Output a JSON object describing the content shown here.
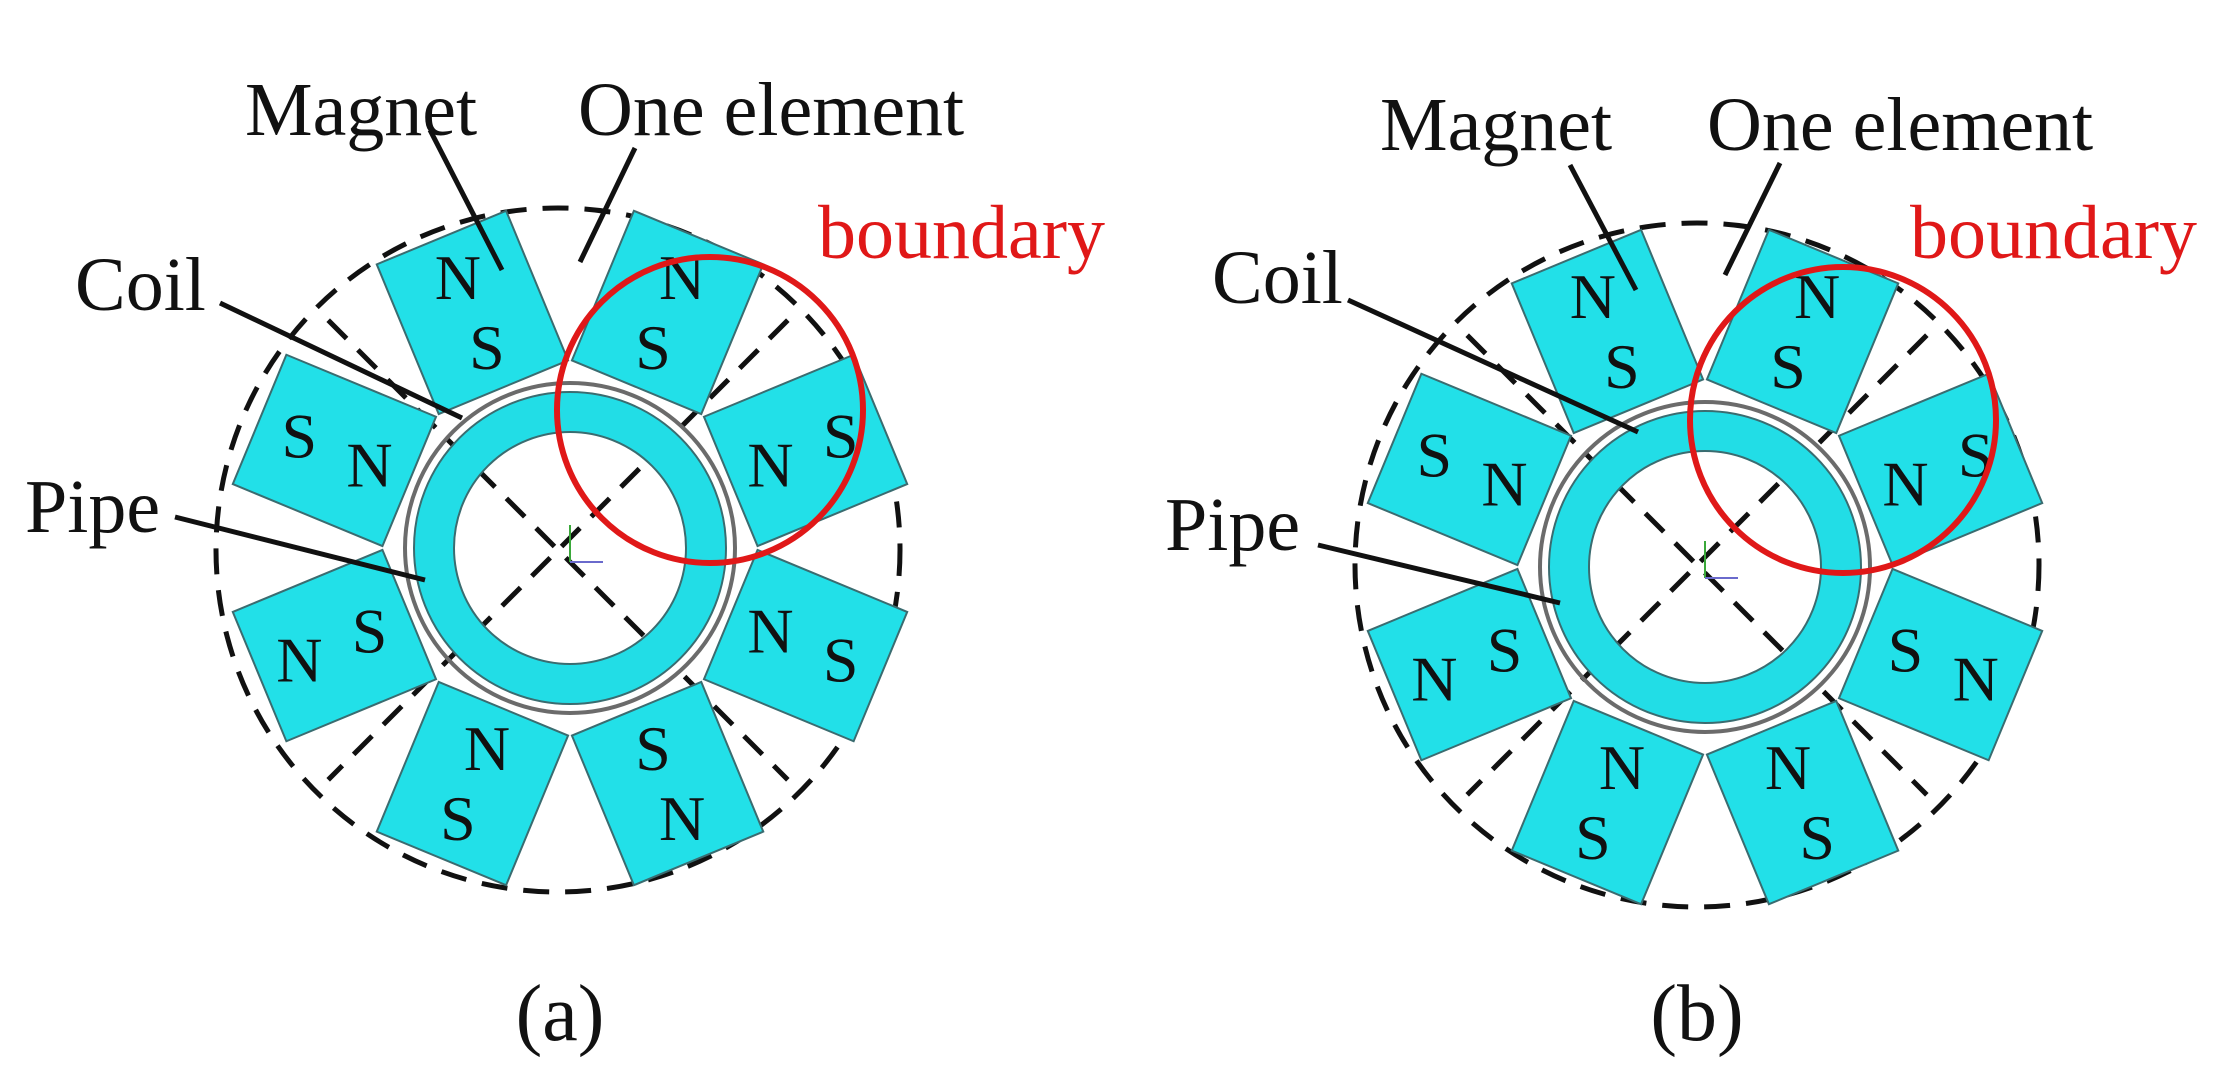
{
  "colors": {
    "magnet_fill": "#22e0e8",
    "magnet_stroke": "#3a6c70",
    "pipe_fill": "#22dde6",
    "boundary": "#e01818",
    "line": "#111111"
  },
  "panels": [
    {
      "caption": "(a)",
      "labels": {
        "magnet": "Magnet",
        "one_element": "One element",
        "boundary": "boundary",
        "coil": "Coil",
        "pipe": "Pipe"
      },
      "magnets": [
        {
          "outer": "N",
          "inner": "S"
        },
        {
          "outer": "S",
          "inner": "N"
        },
        {
          "outer": "S",
          "inner": "N"
        },
        {
          "outer": "N",
          "inner": "S"
        },
        {
          "outer": "S",
          "inner": "N"
        },
        {
          "outer": "N",
          "inner": "S"
        },
        {
          "outer": "S",
          "inner": "N"
        },
        {
          "outer": "N",
          "inner": "S"
        }
      ]
    },
    {
      "caption": "(b)",
      "labels": {
        "magnet": "Magnet",
        "one_element": "One element",
        "boundary": "boundary",
        "coil": "Coil",
        "pipe": "Pipe"
      },
      "magnets": [
        {
          "outer": "N",
          "inner": "S"
        },
        {
          "outer": "S",
          "inner": "N"
        },
        {
          "outer": "N",
          "inner": "S"
        },
        {
          "outer": "S",
          "inner": "N"
        },
        {
          "outer": "S",
          "inner": "N"
        },
        {
          "outer": "N",
          "inner": "S"
        },
        {
          "outer": "S",
          "inner": "N"
        },
        {
          "outer": "N",
          "inner": "S"
        }
      ]
    }
  ]
}
